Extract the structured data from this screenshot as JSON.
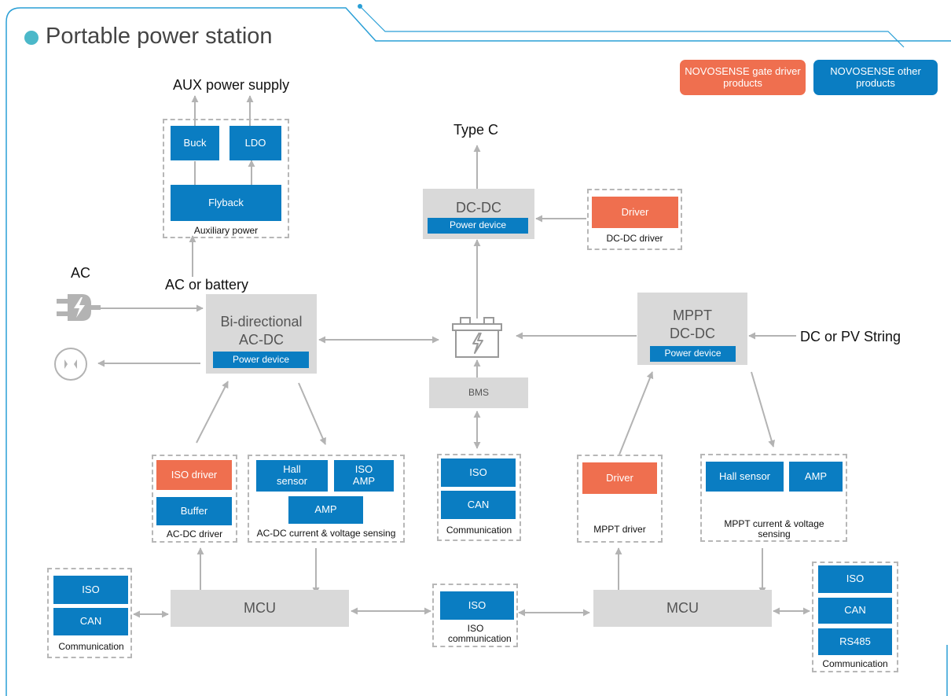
{
  "header": {
    "title": "Portable power station"
  },
  "legend": {
    "gate_driver": "NOVOSENSE gate driver products",
    "other": "NOVOSENSE other products"
  },
  "labels": {
    "aux_supply": "AUX power supply",
    "type_c": "Type C",
    "ac": "AC",
    "ac_or_battery": "AC or battery",
    "dc_or_pv": "DC or  PV String"
  },
  "aux": {
    "buck": "Buck",
    "ldo": "LDO",
    "flyback": "Flyback",
    "caption": "Auxiliary power"
  },
  "dcdc": {
    "title": "DC-DC",
    "device": "Power device"
  },
  "dcdc_driver": {
    "driver": "Driver",
    "caption": "DC-DC driver"
  },
  "acdc": {
    "title": "Bi-directional AC-DC",
    "device": "Power device"
  },
  "mppt": {
    "title": "MPPT DC-DC",
    "device": "Power device"
  },
  "bms": {
    "label": "BMS"
  },
  "acdc_driver": {
    "iso_driver": "ISO driver",
    "buffer": "Buffer",
    "caption": "AC-DC driver"
  },
  "acdc_sensing": {
    "hall": "Hall sensor",
    "iso_amp": "ISO AMP",
    "amp": "AMP",
    "caption": "AC-DC current & voltage sensing"
  },
  "bms_comm": {
    "iso": "ISO",
    "can": "CAN",
    "caption": "Communication"
  },
  "mppt_driver": {
    "driver": "Driver",
    "caption": "MPPT driver"
  },
  "mppt_sensing": {
    "hall": "Hall sensor",
    "amp": "AMP",
    "caption": "MPPT current & voltage sensing"
  },
  "left_comm": {
    "iso": "ISO",
    "can": "CAN",
    "caption": "Communication"
  },
  "mcu_left": {
    "label": "MCU"
  },
  "iso_comm": {
    "iso": "ISO",
    "caption": "ISO communication"
  },
  "mcu_right": {
    "label": "MCU"
  },
  "right_comm": {
    "iso": "ISO",
    "can": "CAN",
    "rs485": "RS485",
    "caption": "Communication"
  },
  "colors": {
    "accent": "#2a9fd6",
    "blue_block": "#0a7dc2",
    "orange_block": "#ef6f4f",
    "gray_block": "#d9d9d9",
    "arrow": "#b3b3b3"
  }
}
